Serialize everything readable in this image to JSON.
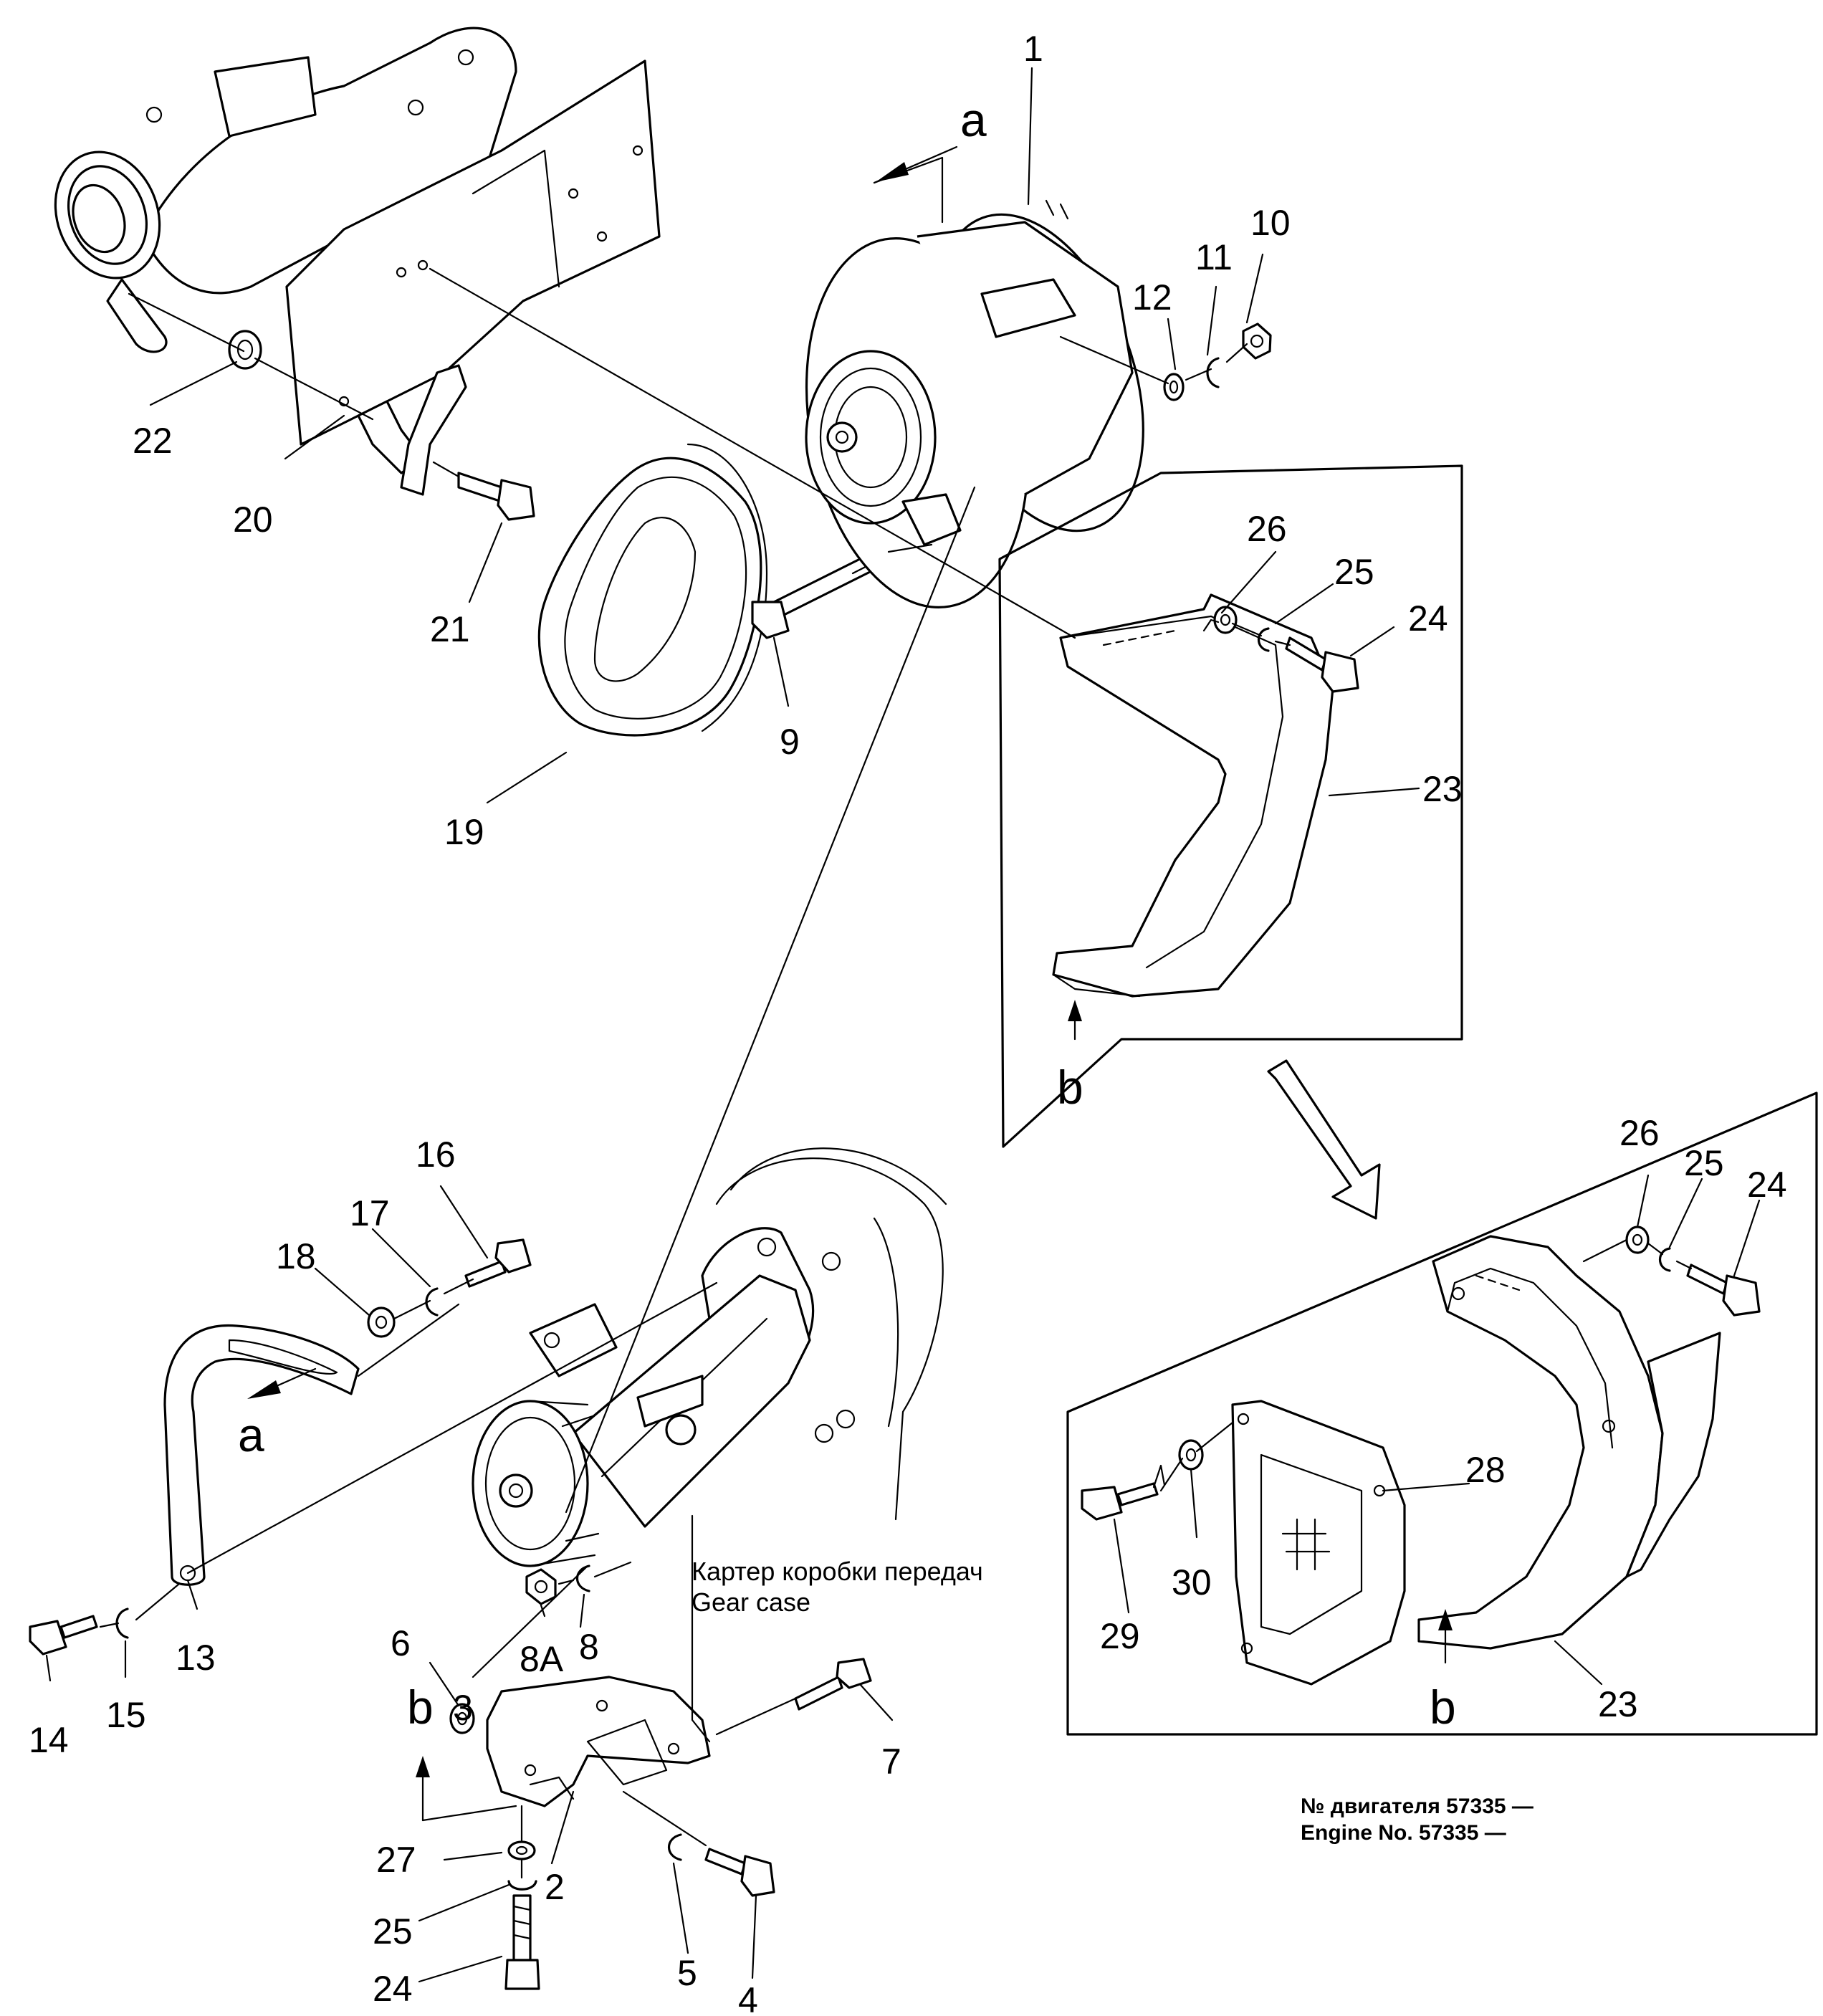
{
  "callouts": {
    "n1": "1",
    "n2": "2",
    "n3": "3",
    "n4": "4",
    "n5": "5",
    "n6": "6",
    "n7": "7",
    "n8": "8",
    "n8a": "8A",
    "n9": "9",
    "n10": "10",
    "n11": "11",
    "n12": "12",
    "n13": "13",
    "n14": "14",
    "n15": "15",
    "n16": "16",
    "n17": "17",
    "n18": "18",
    "n19": "19",
    "n20": "20",
    "n21": "21",
    "n22": "22",
    "n23": "23",
    "n24": "24",
    "n25": "25",
    "n26": "26",
    "n27": "27",
    "detail2": {
      "n23": "23",
      "n24": "24",
      "n25": "25",
      "n26": "26",
      "n28": "28",
      "n29": "29",
      "n30": "30"
    }
  },
  "view_markers": {
    "a": "a",
    "b": "b"
  },
  "gear_case": {
    "label_ru": "Картер коробки передач",
    "label_en": "Gear case"
  },
  "engine_note": {
    "ru": "№ двигателя 57335 —",
    "en": "Engine No. 57335 —"
  }
}
